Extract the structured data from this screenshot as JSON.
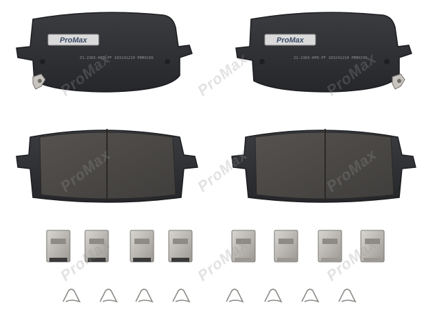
{
  "brand": "ProMax",
  "backing_stamp_left": "Z1-2365-HPD-FF 103241210 PRMXC06",
  "backing_stamp_right": "Z1-2365-HPD-FF 103241210 PRMXC06",
  "watermark": "ProMax",
  "colors": {
    "backplate": "#2d2f33",
    "friction": "#4a4847",
    "hardware": "#b9b6b0",
    "clip": "#c9c7c3",
    "logo_bg": "#dadada",
    "logo_text": "#3b4a66",
    "watermark": "#969696"
  }
}
